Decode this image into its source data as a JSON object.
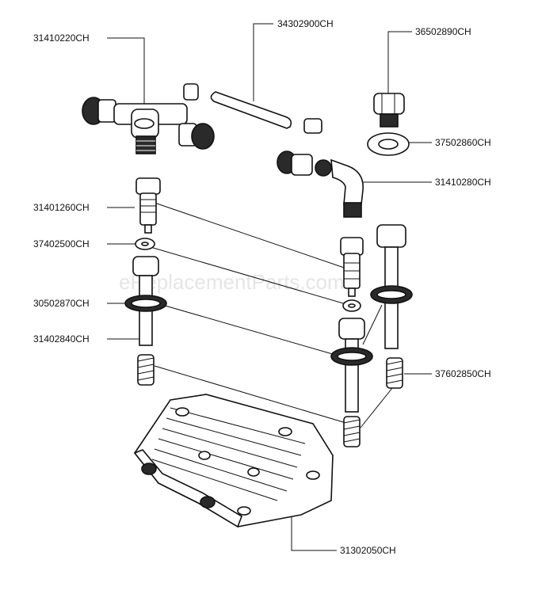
{
  "diagram": {
    "watermark": "eReplacementParts.com",
    "parts": {
      "tee_fitting": "31410220CH",
      "pipe": "34302900CH",
      "plug": "36502890CH",
      "plug_washer": "37502860CH",
      "elbow_fitting": "31410280CH",
      "unloader_valve": "31401260CH",
      "small_washer": "37402500CH",
      "o_ring": "30502870CH",
      "bolt": "31402840CH",
      "spring": "37602850CH",
      "cylinder_head": "31302050CH"
    }
  }
}
